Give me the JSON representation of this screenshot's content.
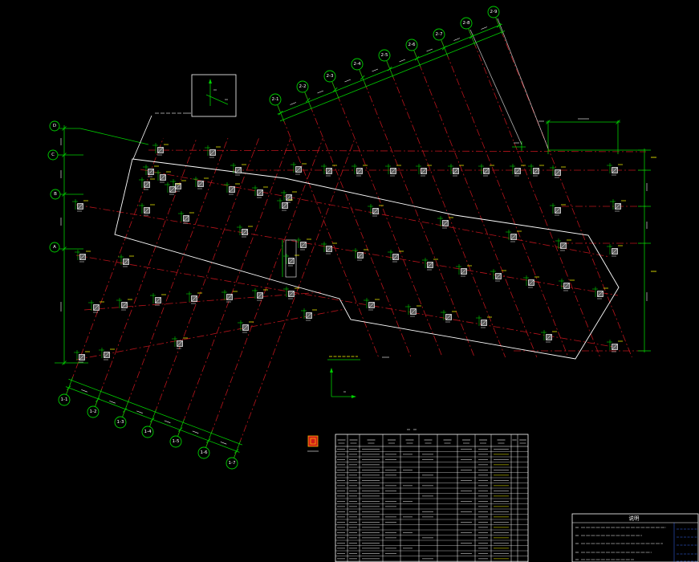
{
  "drawing": {
    "grid_axes": {
      "left": [
        "D",
        "C",
        "B",
        "A"
      ],
      "top": [
        "2-1",
        "2-2",
        "2-3",
        "2-4",
        "2-5",
        "2-6",
        "2-7",
        "2-8",
        "2-9"
      ],
      "bottom": [
        "1-1",
        "1-2",
        "1-3",
        "1-4",
        "1-5",
        "1-6",
        "1-7"
      ]
    },
    "notes": {
      "title": "说明"
    }
  },
  "colors": {
    "background": "#000000",
    "grid_red": "#b8141c",
    "dimension_green": "#00d000",
    "outline_white": "#ffffff",
    "tag_yellow": "#ffff00",
    "note_blue": "#3a6cff",
    "legend_red": "#cc1a1a",
    "legend_orange": "#ffb300"
  }
}
